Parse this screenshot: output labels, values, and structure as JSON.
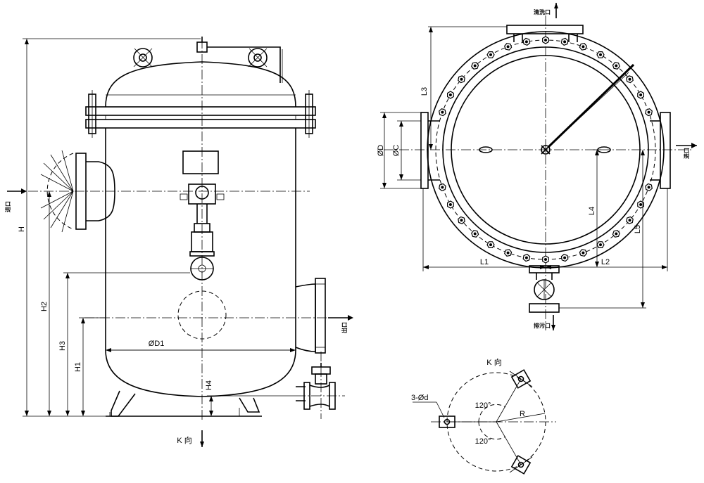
{
  "front_view": {
    "inlet_label": "进口",
    "outlet_label": "出口",
    "dims": {
      "H": "H",
      "H1": "H1",
      "H2": "H2",
      "H3": "H3",
      "H4": "H4",
      "D1": "ØD1"
    },
    "view_arrow_label": "K 向"
  },
  "top_view": {
    "flush_outlet_label": "清洗口",
    "inlet_label": "进口",
    "drain_label": "排污口",
    "dims": {
      "L1": "L1",
      "L2": "L2",
      "L3": "L3",
      "L4": "L4",
      "L5": "L5",
      "D": "ØD",
      "C": "ØC"
    }
  },
  "k_view": {
    "title": "K 向",
    "holes_label": "3-Ød",
    "angle_upper": "120°",
    "angle_lower": "120°",
    "radius": "R"
  }
}
